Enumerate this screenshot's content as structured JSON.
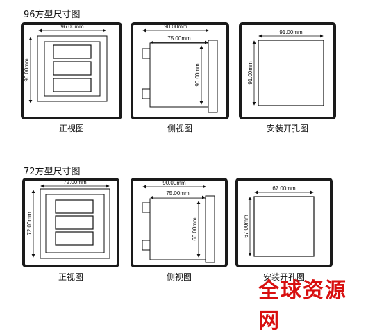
{
  "sections": [
    {
      "title": "96方型尺寸图",
      "front": {
        "width_label": "96.00mm",
        "height_label": "96.00mm",
        "caption": "正视图"
      },
      "side": {
        "depth_label": "90.00mm",
        "body_label": "75.00mm",
        "height_label": "90.00mm",
        "caption": "侧视图"
      },
      "cutout": {
        "width_label": "91.00mm",
        "height_label": "91.00mm",
        "caption": "安装开孔图"
      }
    },
    {
      "title": "72方型尺寸图",
      "front": {
        "width_label": "72.00mm",
        "height_label": "72.00mm",
        "caption": "正视图"
      },
      "side": {
        "depth_label": "90.00mm",
        "body_label": "75.00mm",
        "height_label": "66.00mm",
        "caption": "侧视图"
      },
      "cutout": {
        "width_label": "67.00mm",
        "height_label": "67.00mm",
        "caption": "安装开孔图"
      }
    }
  ],
  "watermark": "全球资源网",
  "colors": {
    "frame": "#1a1a1a",
    "watermark": "#d80f0f"
  }
}
